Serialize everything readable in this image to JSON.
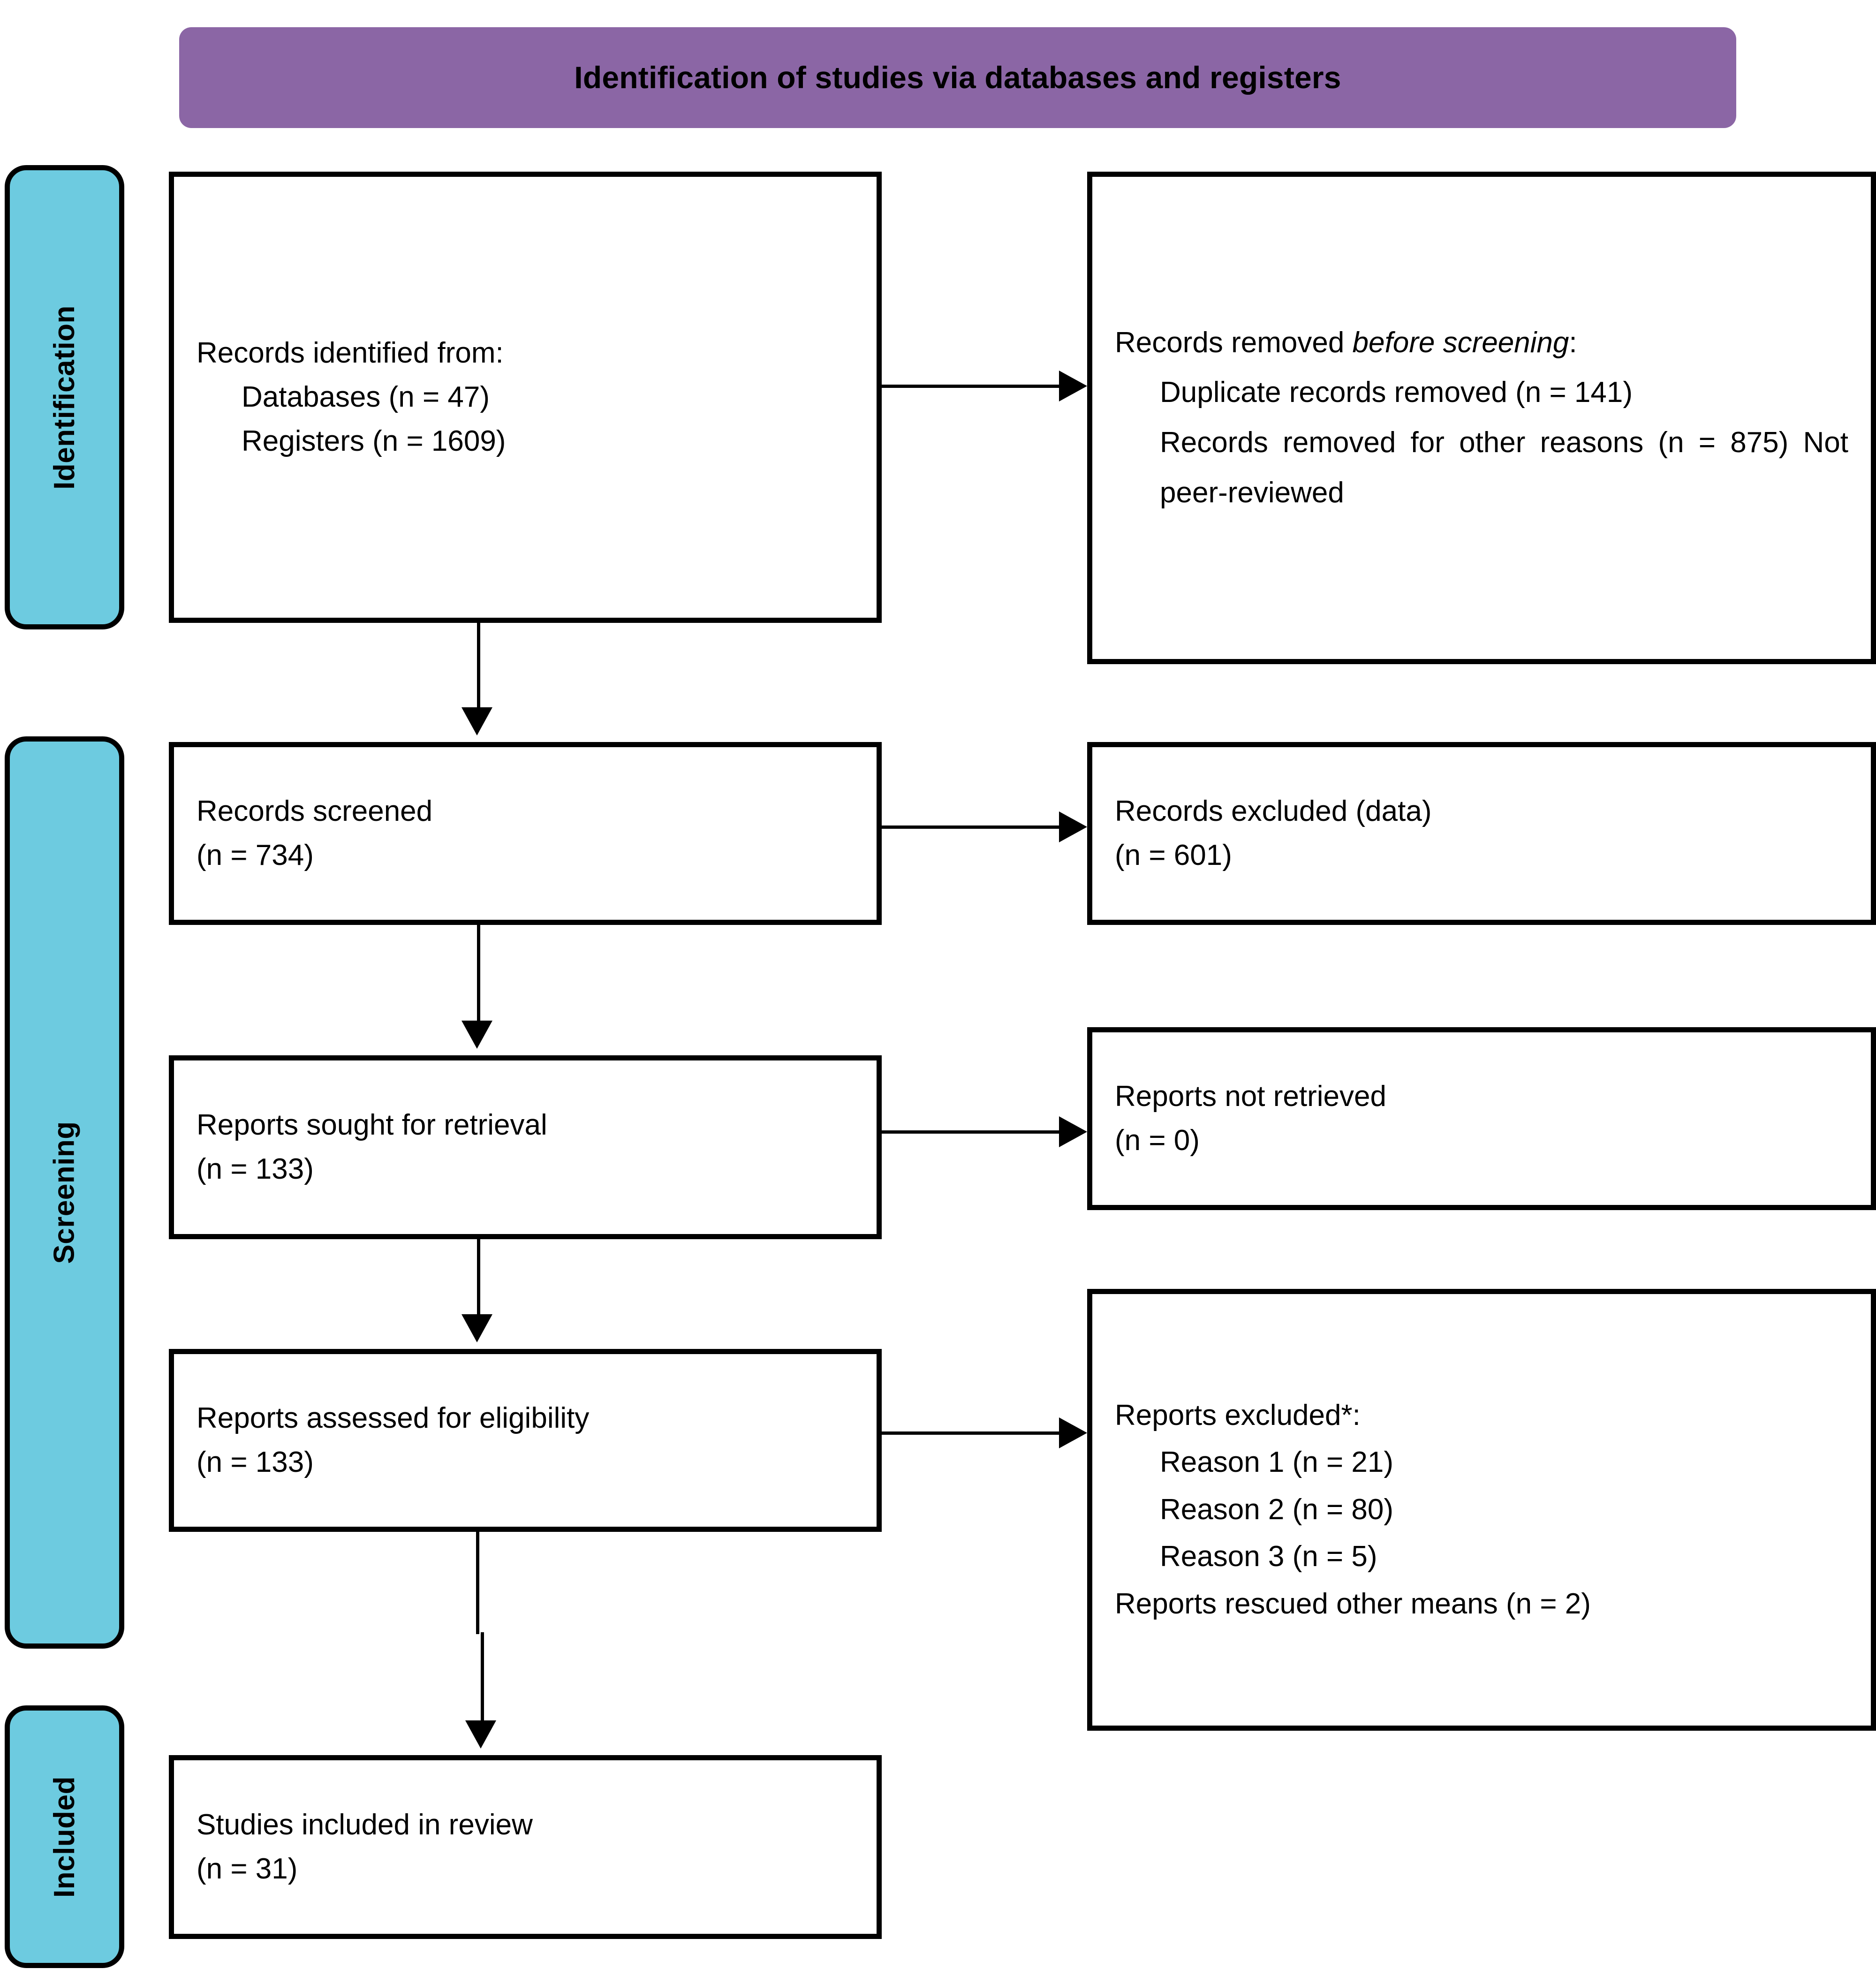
{
  "header": {
    "title": "Identification of studies via databases and registers",
    "background_color": "#8B66A5"
  },
  "stages": {
    "accent_color": "#6DCBE0",
    "identification": "Identification",
    "screening": "Screening",
    "included": "Included"
  },
  "boxes": {
    "records_identified": {
      "heading": "Records identified from:",
      "items": [
        "Databases (n = 47)",
        "Registers (n = 1609)"
      ]
    },
    "records_removed": {
      "heading_plain": "Records removed ",
      "heading_italic": "before screening",
      "heading_tail": ":",
      "items": [
        "Duplicate records removed (n = 141)",
        "Records removed for other reasons (n = 875) Not peer-reviewed"
      ]
    },
    "records_screened": {
      "heading": "Records screened",
      "count": "(n = 734)"
    },
    "records_excluded": {
      "heading": "Records excluded (data)",
      "count": "(n = 601)"
    },
    "reports_sought": {
      "heading": "Reports sought for retrieval",
      "count": "(n = 133)"
    },
    "reports_not_retrieved": {
      "heading": "Reports not retrieved",
      "count": "(n = 0)"
    },
    "reports_assessed": {
      "heading": "Reports assessed for eligibility",
      "count": "(n = 133)"
    },
    "reports_excluded": {
      "heading": "Reports excluded*:",
      "reasons": [
        "Reason 1 (n = 21)",
        "Reason 2 (n = 80)",
        "Reason 3 (n = 5)"
      ],
      "footer": "Reports rescued other means (n = 2)"
    },
    "studies_included": {
      "heading": "Studies included in review",
      "count": "(n = 31)"
    }
  },
  "flow": {
    "type": "prisma-flow-diagram",
    "nodes": [
      {
        "id": "records_identified",
        "stage": "Identification",
        "n_databases": 47,
        "n_registers": 1609
      },
      {
        "id": "records_removed",
        "stage": "Identification",
        "n_duplicates": 141,
        "n_other_reasons": 875
      },
      {
        "id": "records_screened",
        "stage": "Screening",
        "n": 734
      },
      {
        "id": "records_excluded",
        "stage": "Screening",
        "n": 601
      },
      {
        "id": "reports_sought",
        "stage": "Screening",
        "n": 133
      },
      {
        "id": "reports_not_retrieved",
        "stage": "Screening",
        "n": 0
      },
      {
        "id": "reports_assessed",
        "stage": "Screening",
        "n": 133
      },
      {
        "id": "reports_excluded",
        "stage": "Screening",
        "n_reason1": 21,
        "n_reason2": 80,
        "n_reason3": 5,
        "n_rescued": 2
      },
      {
        "id": "studies_included",
        "stage": "Included",
        "n": 31
      }
    ],
    "edges": [
      {
        "from": "records_identified",
        "to": "records_removed",
        "direction": "right"
      },
      {
        "from": "records_identified",
        "to": "records_screened",
        "direction": "down"
      },
      {
        "from": "records_screened",
        "to": "records_excluded",
        "direction": "right"
      },
      {
        "from": "records_screened",
        "to": "reports_sought",
        "direction": "down"
      },
      {
        "from": "reports_sought",
        "to": "reports_not_retrieved",
        "direction": "right"
      },
      {
        "from": "reports_sought",
        "to": "reports_assessed",
        "direction": "down"
      },
      {
        "from": "reports_assessed",
        "to": "reports_excluded",
        "direction": "right"
      },
      {
        "from": "reports_assessed",
        "to": "studies_included",
        "direction": "down"
      }
    ]
  }
}
